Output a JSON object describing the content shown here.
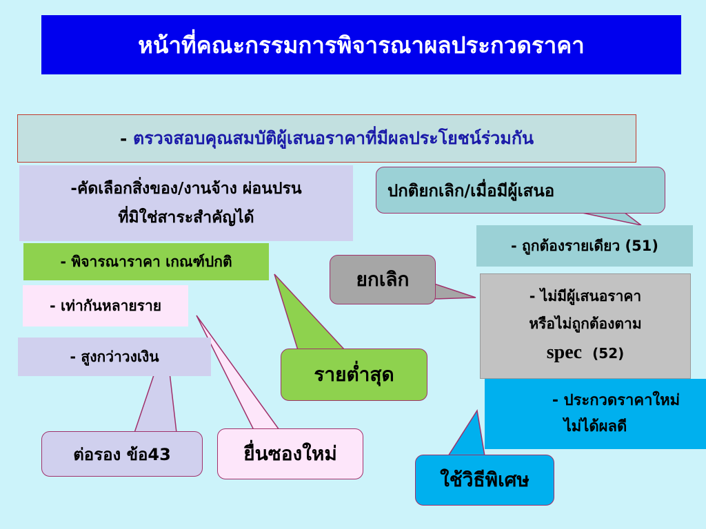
{
  "title": "หน้าที่คณะกรรมการพิจารณาผลประกวดราคา",
  "check_box": {
    "dash": "- ",
    "text": "ตรวจสอบคุณสมบัติผู้เสนอราคาที่มีผลประโยชน์ร่วมกัน"
  },
  "select_box": {
    "line1": "-คัดเลือกสิ่งของ/งานจ้าง ผ่อนปรน",
    "line2": "ที่มิใช่สาระสำคัญได้"
  },
  "consider_box": {
    "text": "- พิจารณาราคา เกณฑ์ปกติ"
  },
  "equal_box": {
    "text": "- เท่ากันหลายราย"
  },
  "over_box": {
    "text": "- สูงกว่าวงเงิน"
  },
  "callouts": {
    "normal_cancel": "ปกติยกเลิก/เมื่อมีผู้เสนอ",
    "cancel": "ยกเลิก",
    "lowest": "รายต่ำสุด",
    "negotiate": "ต่อรอง ข้อ43",
    "resubmit": "ยื่นซองใหม่",
    "special": "ใช้วิธีพิเศษ"
  },
  "single_correct_box": {
    "text": "- ถูกต้องรายเดียว (51)"
  },
  "no_bidder_box": {
    "line1": "- ไม่มีผู้เสนอราคา",
    "line2": "หรือไม่ถูกต้องตาม",
    "spec": "spec",
    "ref": "(52)"
  },
  "rebid_box": {
    "line1": "- ประกวดราคาใหม่",
    "line2": "ไม่ได้ผลดี"
  },
  "colors": {
    "background": "#ccf3fa",
    "title_bg": "#0000ee",
    "title_text": "#ffffff",
    "check_text": "#1a1aa8",
    "lavender": "#d0d0ee",
    "green": "#8ed24e",
    "pink": "#fde6fa",
    "teal": "#9bd1d6",
    "gray": "#a6a6a6",
    "light_gray": "#c2c2c2",
    "cyan": "#00b0ee"
  }
}
